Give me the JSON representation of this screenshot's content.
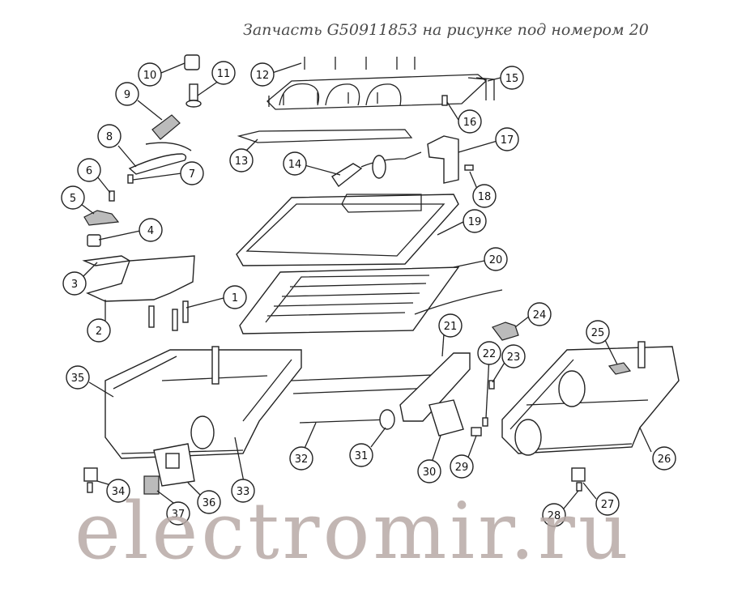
{
  "title": "Запчасть G50911853 на рисунке под номером 20",
  "watermark": "electromir.ru",
  "callouts": [
    "1",
    "2",
    "3",
    "4",
    "5",
    "6",
    "7",
    "8",
    "9",
    "10",
    "11",
    "12",
    "13",
    "14",
    "15",
    "16",
    "17",
    "18",
    "19",
    "20",
    "21",
    "22",
    "23",
    "24",
    "25",
    "26",
    "27",
    "28",
    "29",
    "30",
    "31",
    "32",
    "33",
    "34",
    "35",
    "36",
    "37"
  ]
}
